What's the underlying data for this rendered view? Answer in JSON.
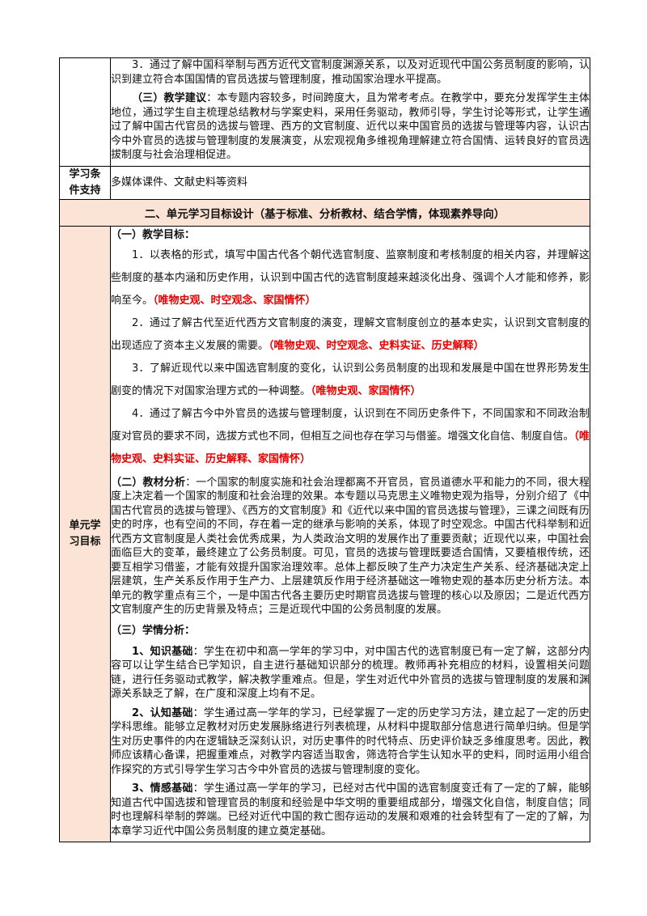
{
  "top_row": {
    "item3": "3．通过了解中国科举制与西方近代文官制度渊源关系，以及对近现代中国公务员制度的影响，认识到建立符合本国国情的官员选拔与管理制度，推动国家治理水平提高。",
    "suggestion_title": "（三）教学建议",
    "suggestion_text": "：本专题内容较多，时间跨度大，且为常考考点。在教学中，要充分发挥学生主体地位，通过学生自主梳理总结教材与学案史料，采用任务驱动，教师引导，学生讨论等形式，让学生通过了解中国古代官员的选拔与管理、西方的文官制度、近代以来中国官员的选拔与管理等内容，认识古今中外官员的选拔与管理制度的发展演变，从宏观视角多维视角理解建立符合国情、运转良好的官员选拔制度与社会治理相促进。"
  },
  "materials_row": {
    "label": "学习条件支持",
    "text": "多媒体课件、文献史料等资料"
  },
  "section2": {
    "title": "二、单元学习目标设计（基于标准、分析教材、结合学情，体现素养导向）"
  },
  "goals_row": {
    "label": "单元学习目标",
    "teaching_goals": {
      "heading": "（一）教学目标：",
      "items": [
        {
          "text": "1．以表格的形式，填写中国古代各个朝代选官制度、监察制度和考核制度的相关内容，并理解这些制度的基本内涵和历史作用，认识到中国古代的选官制度越来越淡化出身、强调个人才能和修养，影响至今。",
          "tags": "（唯物史观、时空观念、家国情怀）"
        },
        {
          "text": "2．通过了解古代至近代西方文官制度的演变，理解文官制度创立的基本史实，认识到文官制度的出现适应了资本主义发展的需要。",
          "tags": "（唯物史观、时空观念、史料实证、历史解释）"
        },
        {
          "text": "3．了解近现代以来中国选官制度的变化，认识到公务员制度的出现和发展是中国在世界形势发生剧变的情况下对国家治理方式的一种调整。",
          "tags": "（唯物史观、家国情怀）"
        },
        {
          "text": "4．通过了解古今中外官员的选拔与管理制度，认识到在不同历史条件下，不同国家和不同政治制度对官员的要求不同，选拔方式也不同，但相互之间也存在学习与借鉴。增强文化自信、制度自信。",
          "tags": "（唯物史观、史料实证、历史解释、家国情怀）"
        }
      ]
    },
    "textbook_analysis": {
      "heading": "（二）教材分析",
      "text": "：一个国家的制度实施和社会治理都离不开官员，官员道德水平和能力的不同，很大程度上决定着一个国家的制度和社会治理的效果。本专题以马克思主义唯物史观为指导，分别介绍了《中国古代官员的选拔与管理》、《西方的文官制度》和《近代以来中国的官员选拔与管理》，三课之间既有历史的时序，也有空间的不同，存在着一定的继承与影响的关系，体现了时空观念。中国古代科举制和近代西方文官制度是人类社会优秀成果，为人类政治文明的发展作出了重要贡献；近现代以来，中国社会面临巨大的变革，最终建立了公务员制度。可见，官员的选拔与管理既要适合国情，又要植根传统，还要互相学习借鉴，才能有效提升国家治理效率。总体上都反映了生产力决定生产关系、经济基础决定上层建筑，生产关系反作用于生产力、上层建筑反作用于经济基础这一唯物史观的基本历史分析方法。本单元的教学重点有三个，一是中国古代各主要历史时期官员选拔与管理的核心以及原因；二是近代西方文官制度产生的历史背景及特点；三是近现代中国的公务员制度的发展。"
    },
    "learner_analysis": {
      "heading": "（三）学情分析：",
      "items": [
        {
          "title": "1、知识基础",
          "text": "：学生在初中和高一学年的学习中，对中国古代的选官制度已有一定了解，这部分内容可以让学生结合已学知识，自主进行基础知识部分的梳理。教师再补充相应的材料，设置相关问题链，进行任务驱动式教学，解决教学重难点。但是，学生对近代中外官员的选拔与管理制度的发展和渊源关系缺乏了解，在广度和深度上均有不足。"
        },
        {
          "title": "2、认知基础",
          "text": "：学生通过高一学年的学习，已经掌握了一定的历史学习方法，建立起了一定的历史学科思维。能够立足教材对历史发展脉络进行列表梳理，从材料中提取部分信息进行简单归纳。但是学生对历史事件的内在逻辑缺乏深刻认识，对历史事件的时代特点、历史评价缺乏多维度思考。因此，教师应该精心备课，把握重难点，对教学内容适当取舍，筛选符合学生认知水平的史料，同时运用小组合作探究的方式引导学生学习古今中外官员的选拔与管理制度的变化。"
        },
        {
          "title": "3、情感基础",
          "text": "：学生通过高一学年的学习，已经对古代中国的选官制度变迁有了一定的了解，能够知道古代中国选拔和管理官员的制度和经验是中华文明的重要组成部分，增强文化自信，制度自信；同时也理解科举制的弊端。已经对近代中国的救亡图存运动的发展和艰难的社会转型有了一定的了解，为本章学习近代中国公务员制度的建立奠定基础。"
        }
      ]
    }
  }
}
